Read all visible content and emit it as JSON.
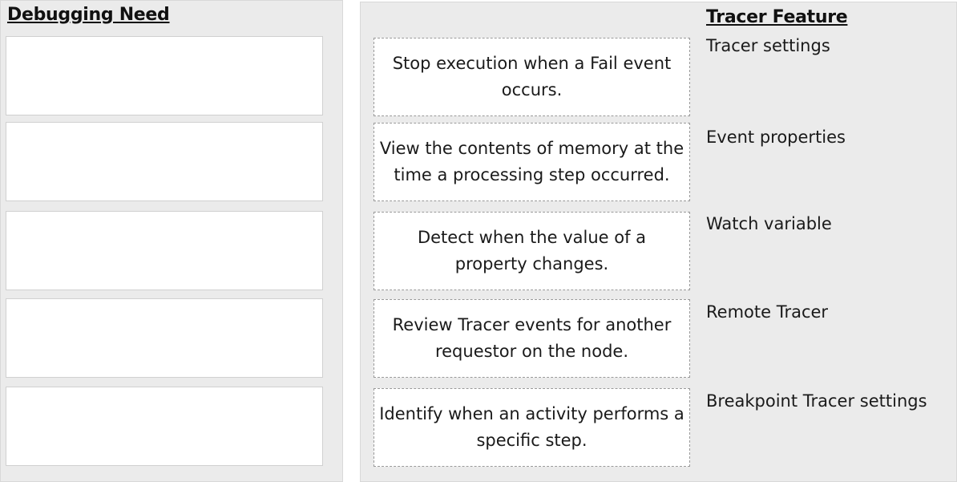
{
  "left": {
    "heading": "Debugging Need",
    "target_count": 5
  },
  "right": {
    "heading": "Tracer Feature",
    "needs": [
      "Stop execution when a Fail event occurs.",
      "View the contents of memory at the time a  processing step occurred.",
      "Detect when the value of a property changes.",
      "Review Tracer events for another requestor on the node.",
      "Identify when an activity performs a specific step."
    ],
    "features": [
      "Tracer settings",
      "Event properties",
      "Watch variable",
      "Remote Tracer",
      "Breakpoint Tracer settings"
    ]
  }
}
